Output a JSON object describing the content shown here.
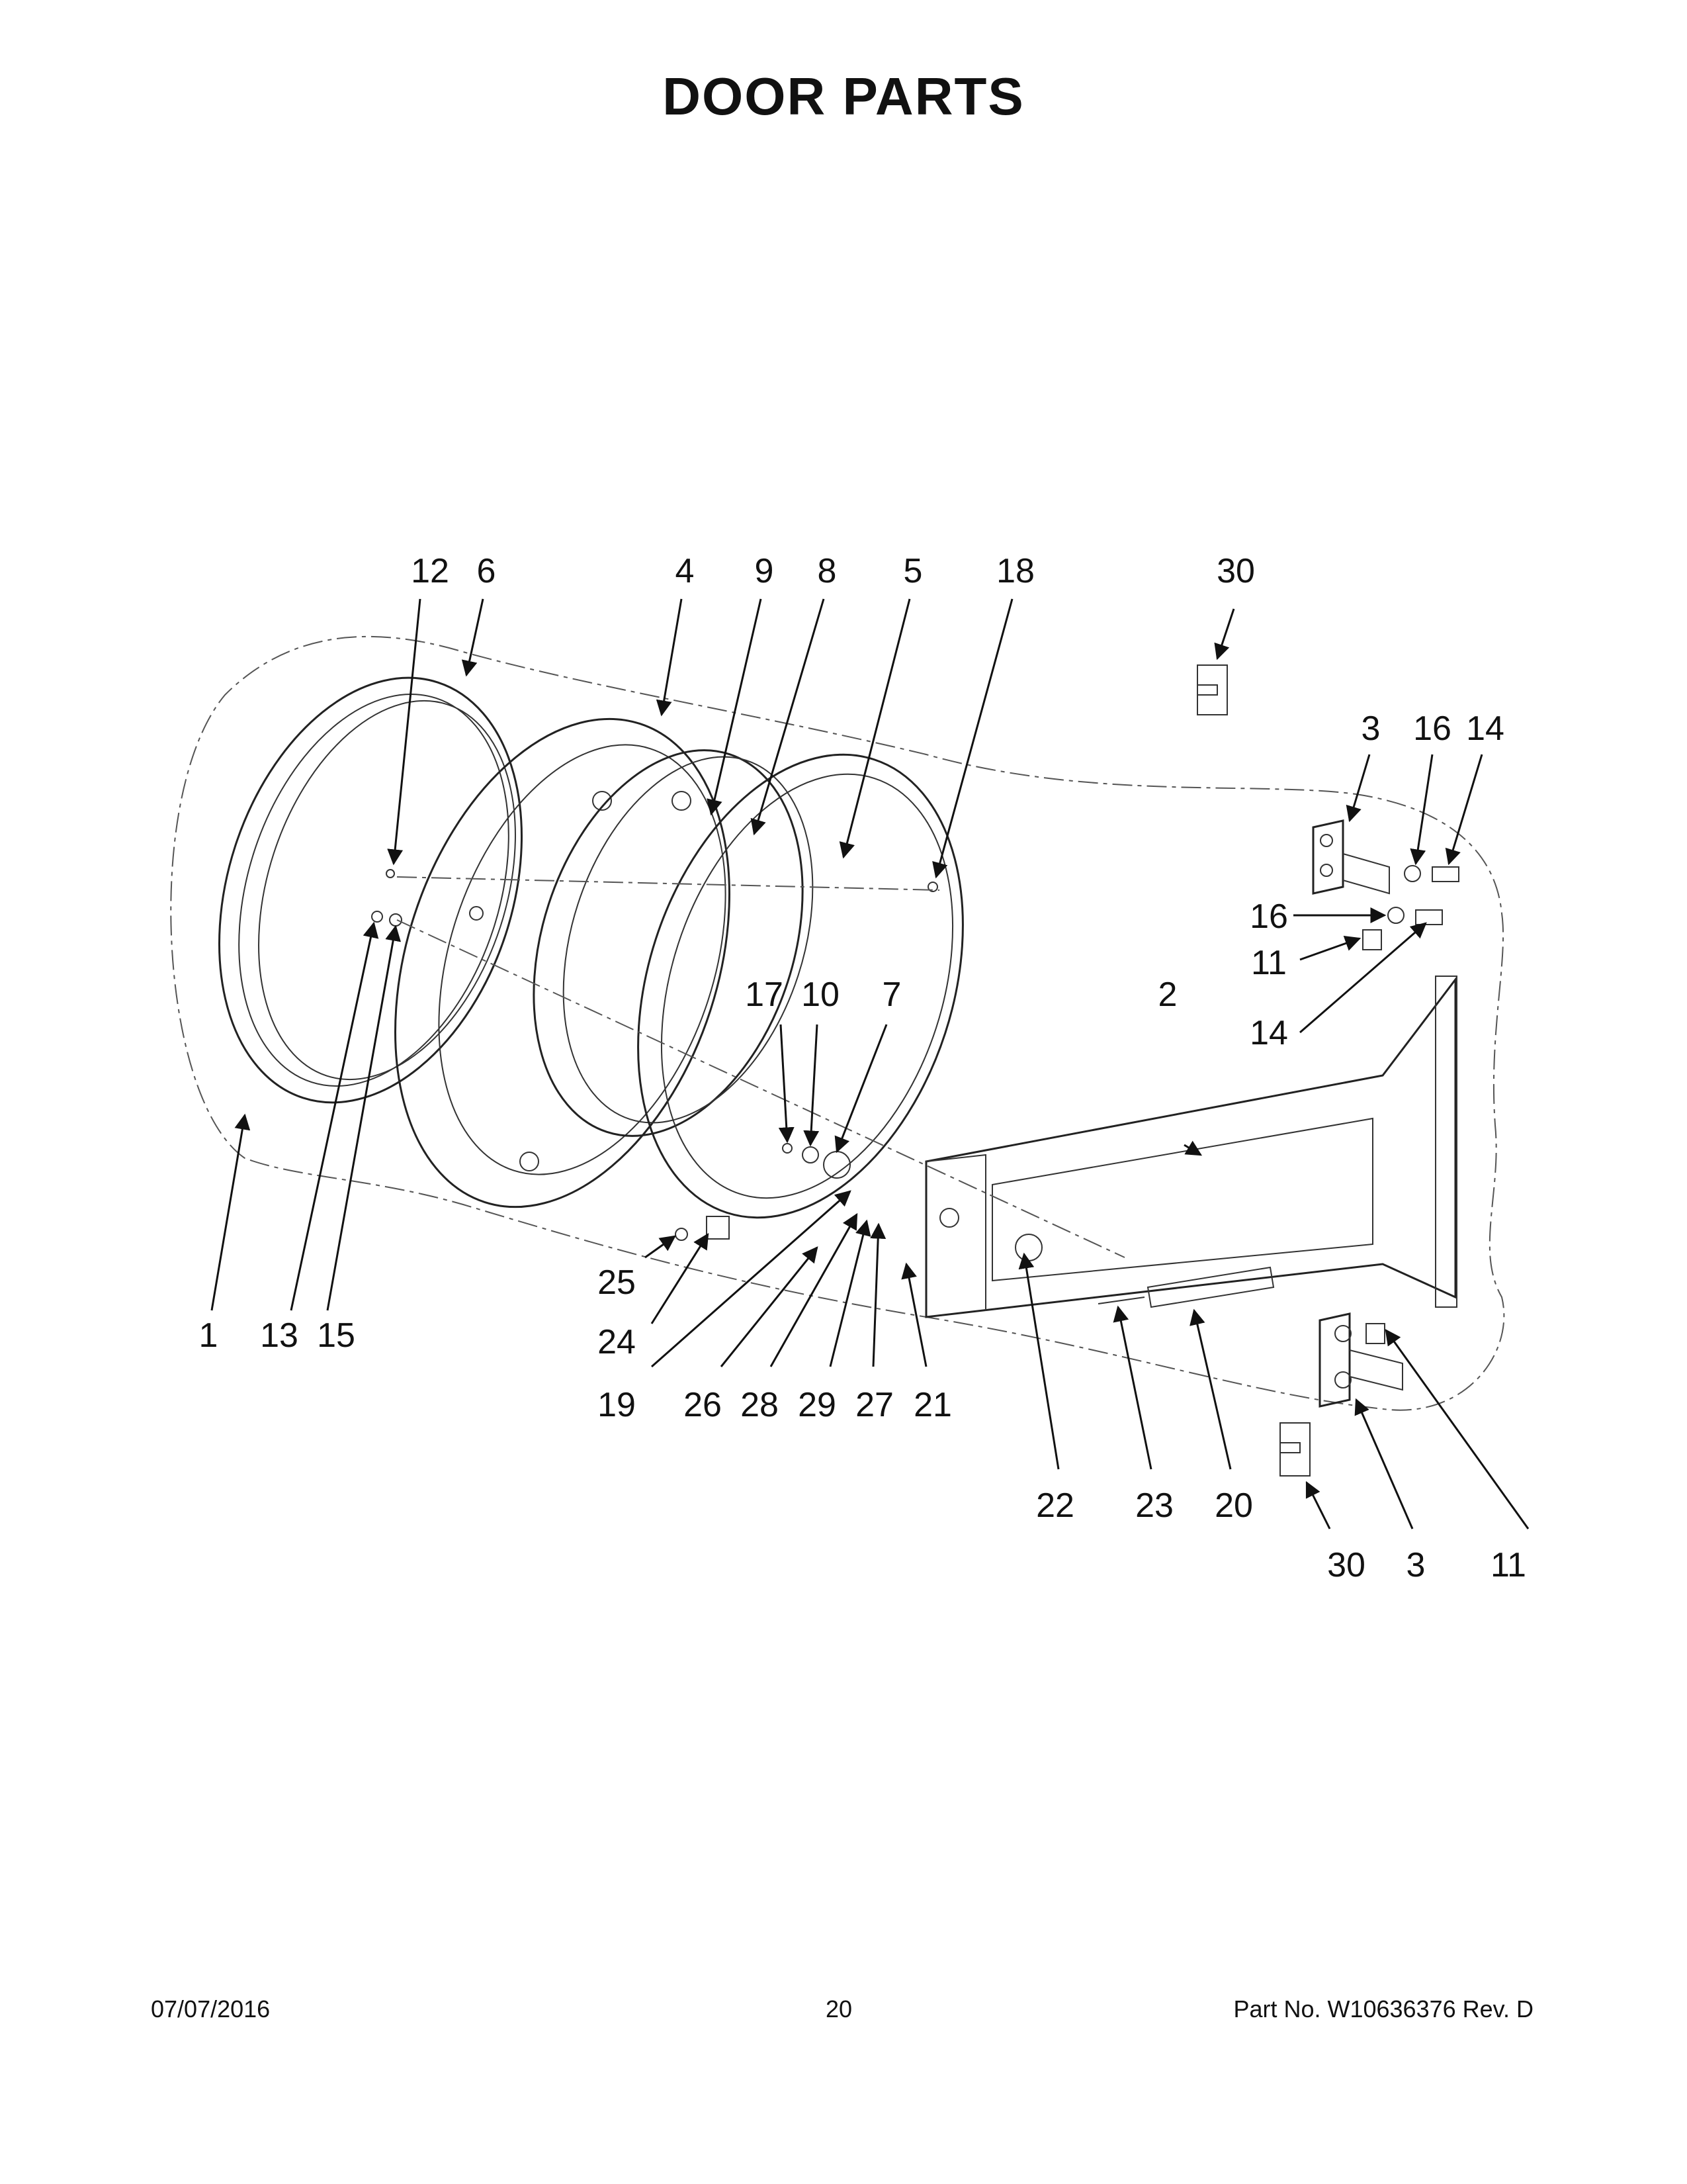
{
  "title": "DOOR PARTS",
  "footer": {
    "date": "07/07/2016",
    "page": "20",
    "part_number": "Part No.  W10636376  Rev.  D"
  },
  "callouts": [
    "12",
    "6",
    "4",
    "9",
    "8",
    "5",
    "18",
    "30",
    "3",
    "16",
    "14",
    "16",
    "11",
    "14",
    "17",
    "10",
    "7",
    "2",
    "1",
    "13",
    "15",
    "25",
    "24",
    "19",
    "26",
    "28",
    "29",
    "27",
    "21",
    "22",
    "23",
    "20",
    "30",
    "3",
    "11"
  ]
}
